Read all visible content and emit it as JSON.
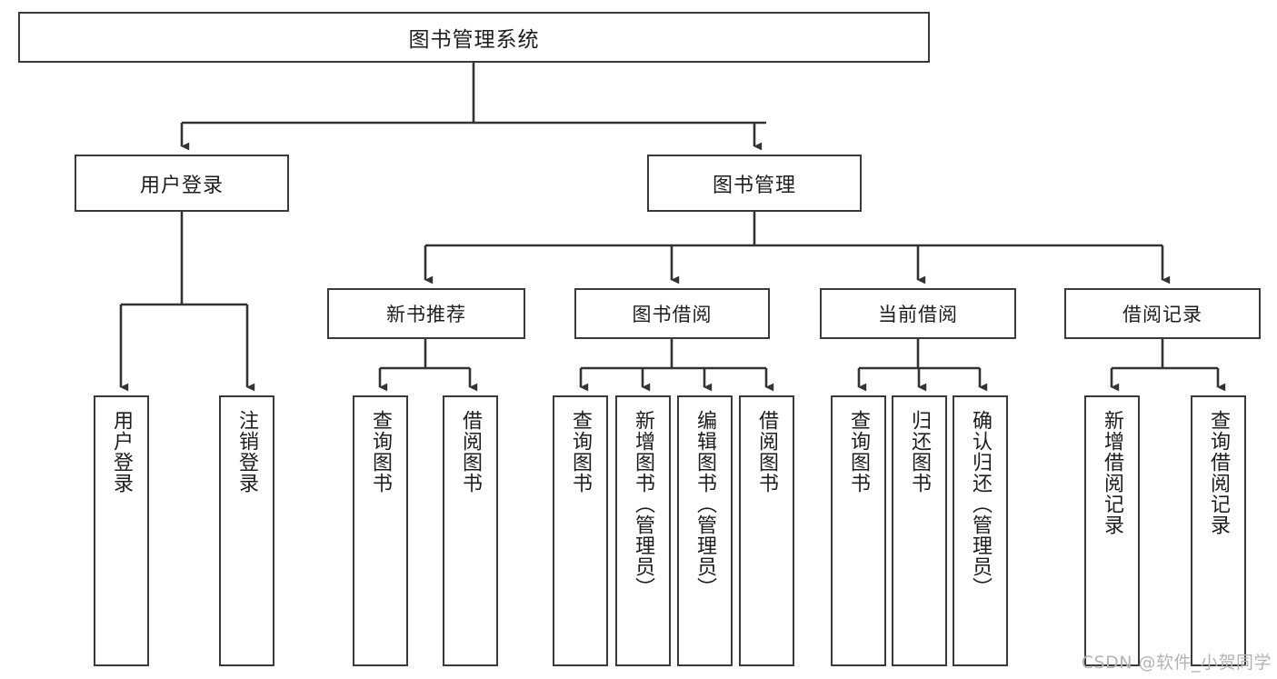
{
  "diagram": {
    "type": "tree",
    "title": "图书管理系统",
    "watermark": "CSDN @软件_小贺同学",
    "colors": {
      "background": "#ffffff",
      "border": "#3a3a3a",
      "text": "#1d1d1d",
      "connector": "#333333",
      "watermark": "#b4b4b4"
    },
    "root": {
      "label": "图书管理系统"
    },
    "level1": [
      {
        "id": "user-login",
        "label": "用户登录"
      },
      {
        "id": "book-manage",
        "label": "图书管理"
      }
    ],
    "level2": [
      {
        "id": "new-book-rec",
        "label": "新书推荐",
        "parent": "book-manage"
      },
      {
        "id": "book-borrow",
        "label": "图书借阅",
        "parent": "book-manage"
      },
      {
        "id": "current-borrow",
        "label": "当前借阅",
        "parent": "book-manage"
      },
      {
        "id": "borrow-record",
        "label": "借阅记录",
        "parent": "book-manage"
      }
    ],
    "leaves": [
      {
        "id": "leaf-user-login",
        "label": "用户登录",
        "parent": "user-login"
      },
      {
        "id": "leaf-logout",
        "label": "注销登录",
        "parent": "user-login"
      },
      {
        "id": "leaf-query-book-1",
        "label": "查询图书",
        "parent": "new-book-rec"
      },
      {
        "id": "leaf-borrow-book-1",
        "label": "借阅图书",
        "parent": "new-book-rec"
      },
      {
        "id": "leaf-query-book-2",
        "label": "查询图书",
        "parent": "book-borrow"
      },
      {
        "id": "leaf-add-book",
        "label": "新增图书（管理员）",
        "parent": "book-borrow"
      },
      {
        "id": "leaf-edit-book",
        "label": "编辑图书（管理员）",
        "parent": "book-borrow"
      },
      {
        "id": "leaf-borrow-book-2",
        "label": "借阅图书",
        "parent": "book-borrow"
      },
      {
        "id": "leaf-query-book-3",
        "label": "查询图书",
        "parent": "current-borrow"
      },
      {
        "id": "leaf-return-book",
        "label": "归还图书",
        "parent": "current-borrow"
      },
      {
        "id": "leaf-confirm-return",
        "label": "确认归还（管理员）",
        "parent": "current-borrow"
      },
      {
        "id": "leaf-add-record",
        "label": "新增借阅记录",
        "parent": "borrow-record"
      },
      {
        "id": "leaf-query-record",
        "label": "查询借阅记录",
        "parent": "borrow-record"
      }
    ]
  }
}
